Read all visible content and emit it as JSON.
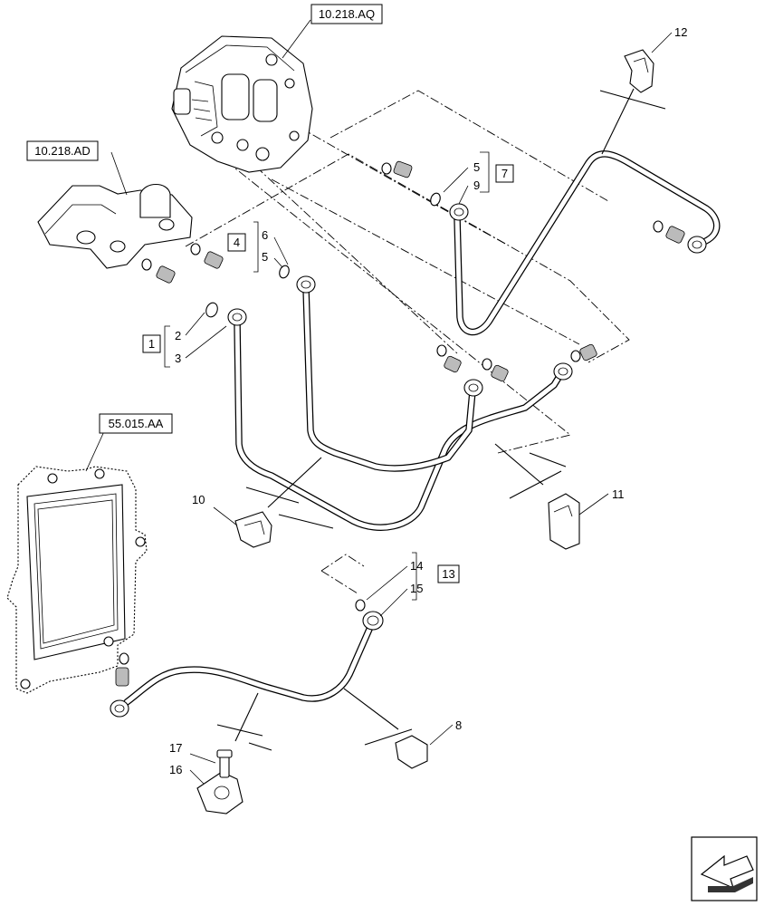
{
  "references": {
    "pump": "10.218.AQ",
    "manifold": "10.218.AD",
    "ecu": "55.015.AA"
  },
  "callouts": {
    "c1": "1",
    "c2": "2",
    "c3": "3",
    "c4": "4",
    "c5a": "5",
    "c5b": "5",
    "c6": "6",
    "c7": "7",
    "c8": "8",
    "c9": "9",
    "c10": "10",
    "c11": "11",
    "c12": "12",
    "c13": "13",
    "c14": "14",
    "c15": "15",
    "c16": "16",
    "c17": "17"
  },
  "icons": {
    "corner": "navigation-arrow-icon"
  }
}
